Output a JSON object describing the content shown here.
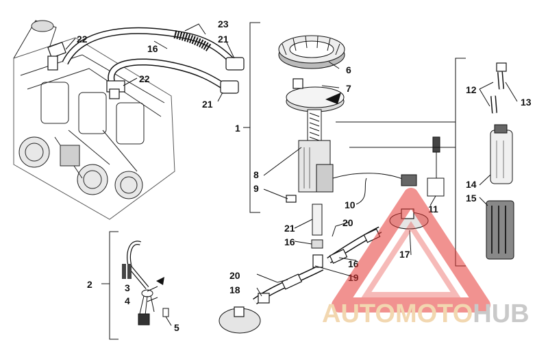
{
  "callouts": [
    "1",
    "2",
    "3",
    "4",
    "5",
    "6",
    "7",
    "8",
    "9",
    "10",
    "11",
    "12",
    "13",
    "14",
    "15",
    "16",
    "16",
    "16",
    "17",
    "18",
    "19",
    "20",
    "20",
    "21",
    "21",
    "21",
    "22",
    "22",
    "23"
  ],
  "watermark": {
    "part1": "AUTO",
    "part2": "MOTO",
    "part3": "HUB",
    "color_primary": "#f2d7b0",
    "color_secondary": "#c9c9c9",
    "triangle_color": "#e53935"
  }
}
